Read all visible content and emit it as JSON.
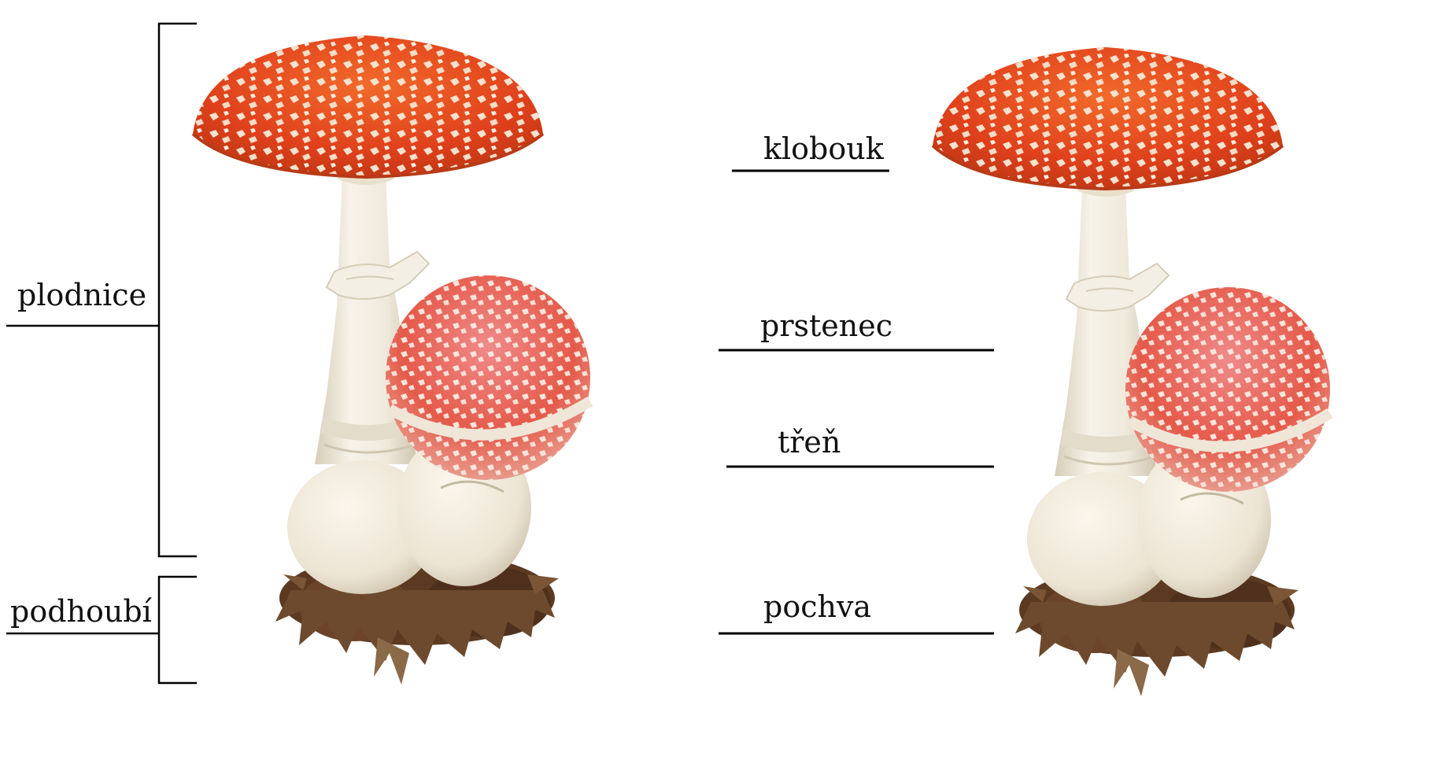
{
  "labels_left": {
    "plodnice": "plodnice",
    "podhoubi": "podhoubí"
  },
  "labels_middle": {
    "klobouk": "klobouk",
    "prstenec": "prstenec",
    "tren": "třeň",
    "pochva": "pochva"
  },
  "illustration": {
    "subject": "fly-agaric-mushroom",
    "colors": {
      "cap_red": "#e0411c",
      "cap_orange": "#f07a2a",
      "wart_cream": "#f4e4d2",
      "stem_white": "#f1ece0",
      "stem_shadow": "#d8d0bd",
      "mycelium_brown": "#5c3a22",
      "line_black": "#000000"
    }
  }
}
